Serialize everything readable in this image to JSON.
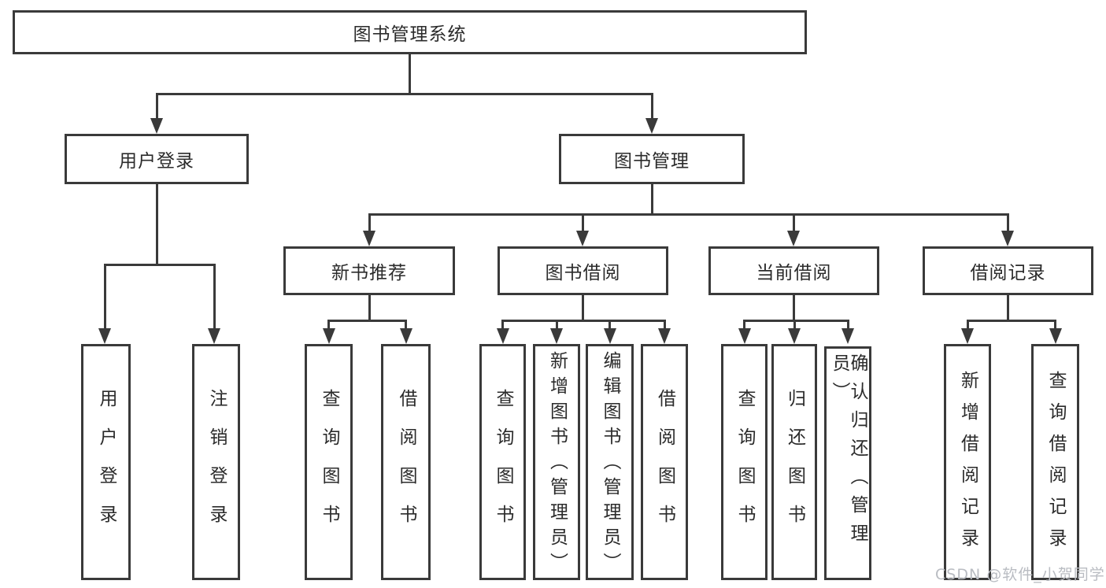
{
  "colors": {
    "line": "#3a3a3a",
    "text": "#2b2b2b",
    "background": "#ffffff",
    "watermark": "#b9bcc2"
  },
  "watermark": {
    "text": "CSDN @软件_小贺同学"
  },
  "tree": {
    "root": "图书管理系统",
    "branches": [
      {
        "label": "用户登录",
        "children": [
          "用户登录",
          "注销登录"
        ]
      },
      {
        "label": "图书管理",
        "groups": [
          {
            "label": "新书推荐",
            "children": [
              "查询图书",
              "借阅图书"
            ]
          },
          {
            "label": "图书借阅",
            "children": [
              "查询图书",
              "新增图书（管理员）",
              "编辑图书（管理员）",
              "借阅图书"
            ]
          },
          {
            "label": "当前借阅",
            "children": [
              "查询图书",
              "归还图书",
              "确认归还（管理员）"
            ]
          },
          {
            "label": "借阅记录",
            "children": [
              "新增借阅记录",
              "查询借阅记录"
            ]
          }
        ]
      }
    ]
  }
}
